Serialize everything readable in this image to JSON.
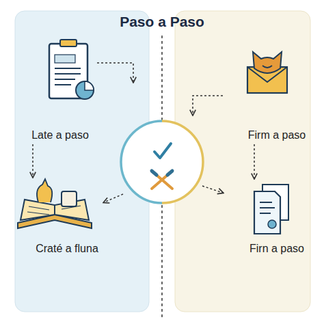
{
  "diagram": {
    "title": "Paso a Paso",
    "nodes": [
      {
        "text": [
          "Late a paso"
        ]
      },
      {
        "text": [
          "Craté a fluna"
        ]
      },
      {
        "text": [
          "Firm a paso"
        ]
      },
      {
        "text": [
          "Firn a paso"
        ]
      }
    ],
    "edges": [
      {
        "from": 0,
        "to": 1,
        "arrow": "to"
      },
      {
        "from": 2,
        "to": 3,
        "arrow": "to"
      }
    ]
  }
}
